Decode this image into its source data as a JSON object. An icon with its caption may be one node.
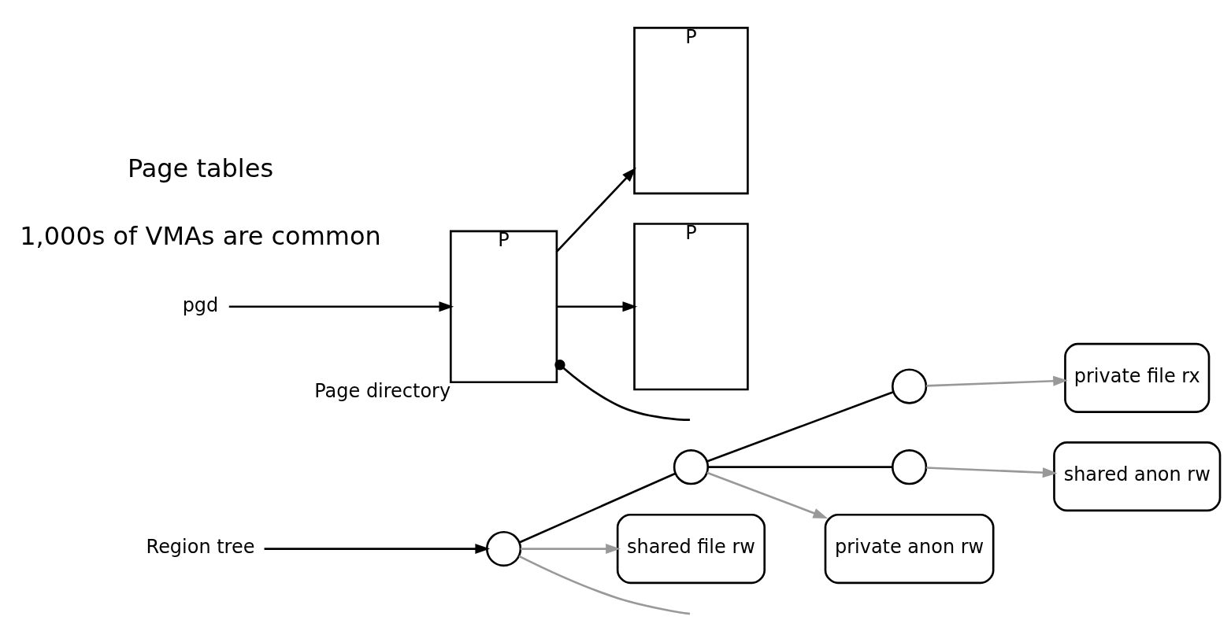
{
  "diagram": {
    "nodes": [
      {
        "text": [],
        "shape": "circle"
      },
      {
        "text": [],
        "shape": "circle"
      },
      {
        "text": [],
        "shape": "circle"
      },
      {
        "text": [],
        "shape": "circle"
      },
      {
        "text": [
          "private file rx"
        ]
      },
      {
        "text": [
          "private anon rw"
        ]
      },
      {
        "text": [
          "shared anon rw"
        ]
      },
      {
        "text": [
          "shared file rw"
        ]
      },
      {
        "text": [
          "P"
        ]
      },
      {
        "text": [
          "P"
        ]
      },
      {
        "text": [
          "P"
        ],
        "beside": [
          "Page directory"
        ]
      },
      {
        "text": [
          "Region tree"
        ]
      },
      {
        "text": [
          "pgd"
        ]
      }
    ],
    "edges": [
      {
        "from": 11,
        "to": 0,
        "arrow": "to"
      },
      {
        "from": 0,
        "to": 1,
        "arrow": "none"
      },
      {
        "from": 1,
        "to": 2,
        "arrow": "none"
      },
      {
        "from": 1,
        "to": 3,
        "arrow": "none"
      },
      {
        "from": 0,
        "to": null,
        "arrow": "none",
        "color": "#999999"
      },
      {
        "from": 2,
        "to": 4,
        "arrow": "to",
        "color": "#999999"
      },
      {
        "from": 1,
        "to": 5,
        "arrow": "to",
        "color": "#999999"
      },
      {
        "from": 3,
        "to": 6,
        "arrow": "to",
        "color": "#999999"
      },
      {
        "from": 0,
        "to": 7,
        "arrow": "to",
        "color": "#999999"
      },
      {
        "from": 10,
        "to": 8,
        "arrow": "to"
      },
      {
        "from": 10,
        "to": 9,
        "arrow": "to"
      },
      {
        "from": 10,
        "to": null,
        "arrow": "other"
      },
      {
        "from": 12,
        "to": 10,
        "arrow": "to"
      }
    ],
    "labels": [
      "1,000s of VMAs are common",
      "Page tables"
    ]
  }
}
